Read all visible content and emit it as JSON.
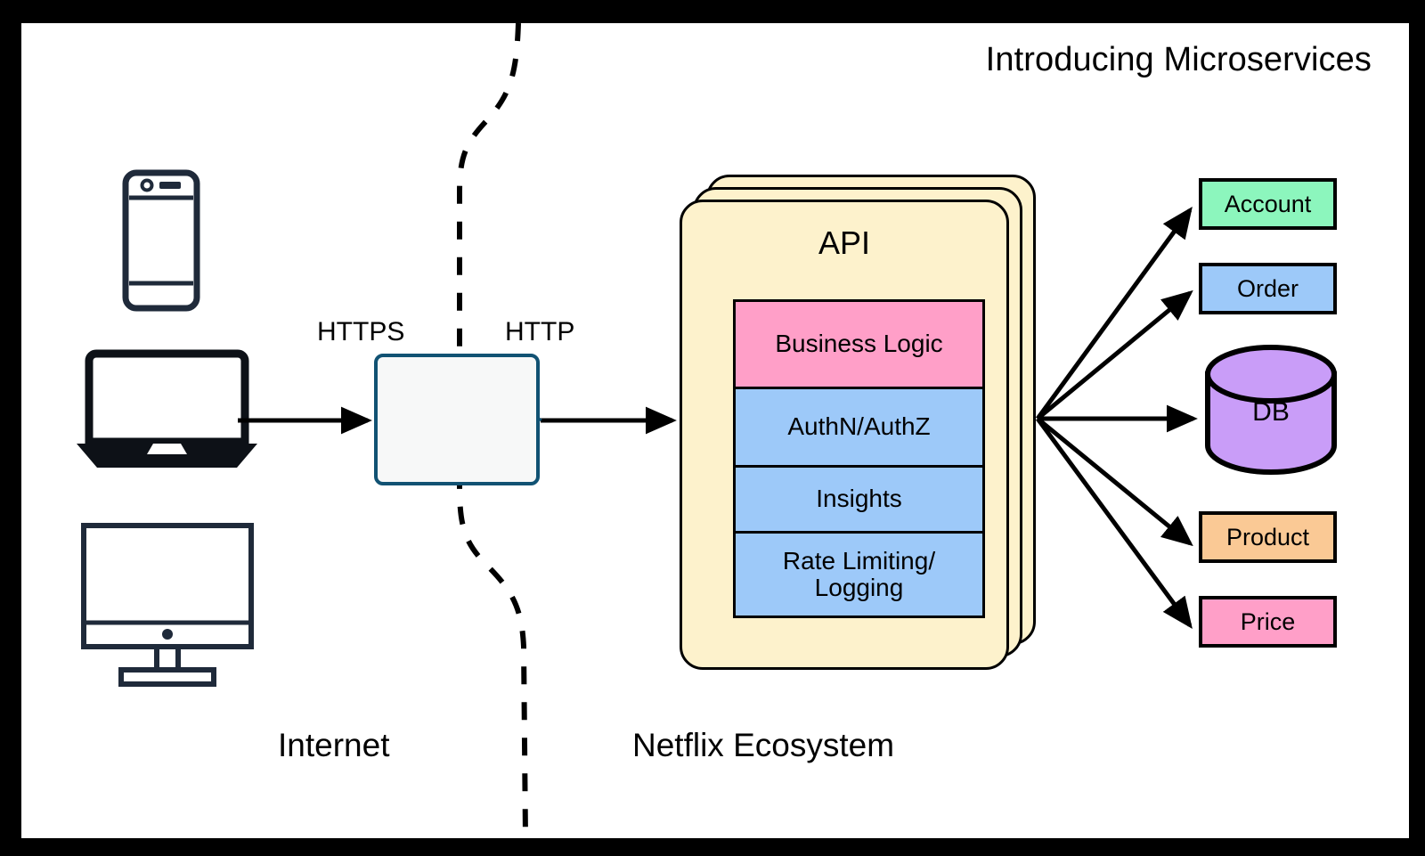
{
  "title": "Introducing Microservices",
  "canvas": {
    "background": "#ffffff",
    "frame_color": "#000000"
  },
  "zones": [
    {
      "id": "internet",
      "label": "Internet"
    },
    {
      "id": "netflix",
      "label": "Netflix Ecosystem"
    }
  ],
  "boundary": {
    "style": "dashed-curve",
    "color": "#000000",
    "description": "dashed vertical S-curve separating Internet from Netflix Ecosystem"
  },
  "protocols": [
    {
      "id": "https",
      "label": "HTTPS",
      "side": "internet"
    },
    {
      "id": "http",
      "label": "HTTP",
      "side": "netflix"
    }
  ],
  "clients": [
    {
      "id": "phone",
      "icon": "mobile-phone-icon",
      "color": "#1f2a3a"
    },
    {
      "id": "laptop",
      "icon": "laptop-icon",
      "color": "#0d1117"
    },
    {
      "id": "desktop",
      "icon": "desktop-monitor-icon",
      "color": "#1f2a3a"
    }
  ],
  "gateway": {
    "icon": "load-balancer-icon",
    "accent": "#115273",
    "fill": "#f7f8f8",
    "inputs": 1,
    "outputs": 3
  },
  "api": {
    "title": "API",
    "stack_count": 3,
    "card_fill": "#fdf2cc",
    "layers": [
      {
        "label": "Business Logic",
        "color": "#ff9fc8"
      },
      {
        "label": "AuthN/AuthZ",
        "color": "#9dc9f9"
      },
      {
        "label": "Insights",
        "color": "#9dc9f9"
      },
      {
        "label": "Rate Limiting/\nLogging",
        "color": "#9dc9f9"
      }
    ]
  },
  "services": [
    {
      "id": "account",
      "label": "Account",
      "shape": "rect",
      "color": "#8cf6bd"
    },
    {
      "id": "order",
      "label": "Order",
      "shape": "rect",
      "color": "#9dc9f9"
    },
    {
      "id": "db",
      "label": "DB",
      "shape": "cylinder",
      "color": "#c99df8"
    },
    {
      "id": "product",
      "label": "Product",
      "shape": "rect",
      "color": "#fac995"
    },
    {
      "id": "price",
      "label": "Price",
      "shape": "rect",
      "color": "#ff9fc8"
    }
  ],
  "connections": [
    {
      "from": "laptop",
      "to": "gateway",
      "style": "solid-arrow"
    },
    {
      "from": "gateway",
      "to": "api",
      "style": "solid-arrow"
    },
    {
      "from": "api",
      "to": "account",
      "style": "solid-arrow"
    },
    {
      "from": "api",
      "to": "order",
      "style": "solid-arrow"
    },
    {
      "from": "api",
      "to": "db",
      "style": "solid-arrow"
    },
    {
      "from": "api",
      "to": "product",
      "style": "solid-arrow"
    },
    {
      "from": "api",
      "to": "price",
      "style": "solid-arrow"
    }
  ]
}
